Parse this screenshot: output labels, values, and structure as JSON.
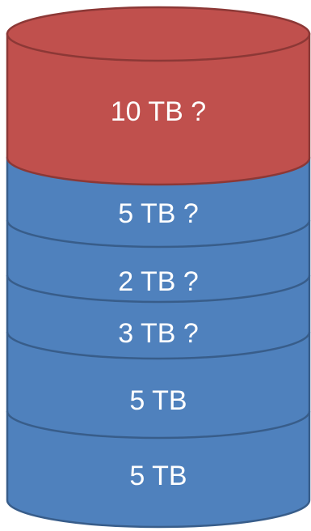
{
  "colors": {
    "top_segment": "#c0504d",
    "top_segment_border": "#8c3836",
    "lower_segments": "#4f81bd",
    "lower_segments_border": "#385d8a",
    "label_text": "#ffffff"
  },
  "stack": {
    "segments": [
      {
        "label": "10 TB ?",
        "color_role": "top"
      },
      {
        "label": "5 TB ?",
        "color_role": "lower"
      },
      {
        "label": "2 TB ?",
        "color_role": "lower"
      },
      {
        "label": "3 TB ?",
        "color_role": "lower"
      },
      {
        "label": "5 TB",
        "color_role": "lower"
      },
      {
        "label": "5 TB",
        "color_role": "lower"
      }
    ]
  }
}
